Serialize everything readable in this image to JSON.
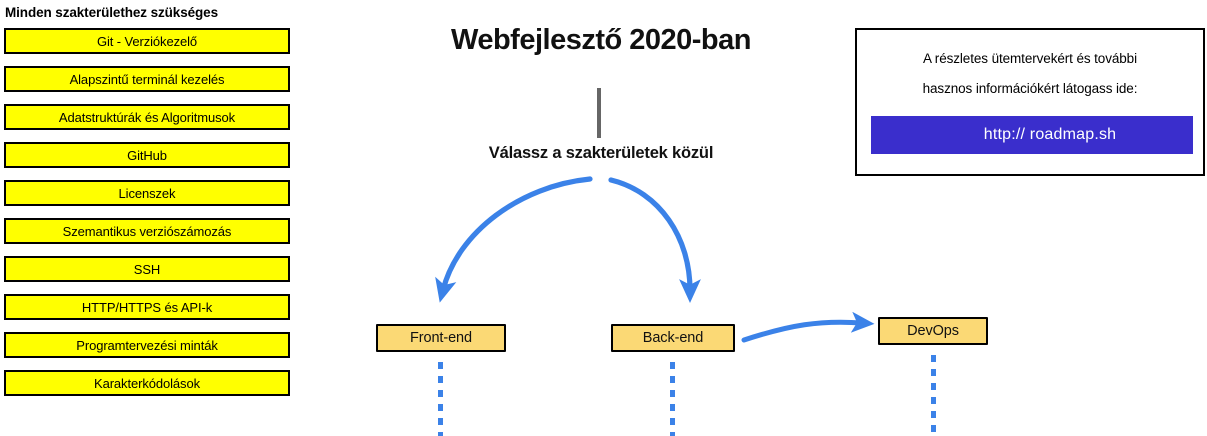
{
  "sidebar": {
    "heading": "Minden szakterülethez szükséges",
    "box_fill": "#ffff00",
    "box_border": "#000000",
    "items": [
      {
        "label": "Git - Verziókezelő"
      },
      {
        "label": "Alapszintű terminál kezelés"
      },
      {
        "label": "Adatstruktúrák és Algoritmusok"
      },
      {
        "label": "GitHub"
      },
      {
        "label": "Licenszek"
      },
      {
        "label": "Szemantikus verziószámozás"
      },
      {
        "label": "SSH"
      },
      {
        "label": "HTTP/HTTPS és API-k"
      },
      {
        "label": "Programtervezési minták"
      },
      {
        "label": "Karakterkódolások"
      }
    ]
  },
  "diagram": {
    "title": "Webfejlesztő 2020-ban",
    "subtitle": "Válassz a szakterületek közül",
    "stem_color": "#666666",
    "arrow_color": "#3b82e8",
    "node_fill": "#fbd975",
    "node_border": "#000000",
    "nodes": [
      {
        "id": "frontend",
        "label": "Front-end"
      },
      {
        "id": "backend",
        "label": "Back-end"
      },
      {
        "id": "devops",
        "label": "DevOps"
      }
    ],
    "connections": [
      {
        "from": "root",
        "to": "frontend",
        "style": "curved-arrow"
      },
      {
        "from": "root",
        "to": "backend",
        "style": "curved-arrow"
      },
      {
        "from": "backend",
        "to": "devops",
        "style": "curved-arrow"
      },
      {
        "from": "frontend",
        "to": "below",
        "style": "dotted"
      },
      {
        "from": "backend",
        "to": "below",
        "style": "dotted"
      },
      {
        "from": "devops",
        "to": "below",
        "style": "dotted"
      }
    ]
  },
  "info_card": {
    "line_1": "A részletes ütemtervekért és további",
    "line_2": "hasznos információkért látogass ide:",
    "link_label": "http:// roadmap.sh",
    "link_bg": "#3a2ecc",
    "link_text_color": "#ffffff"
  }
}
